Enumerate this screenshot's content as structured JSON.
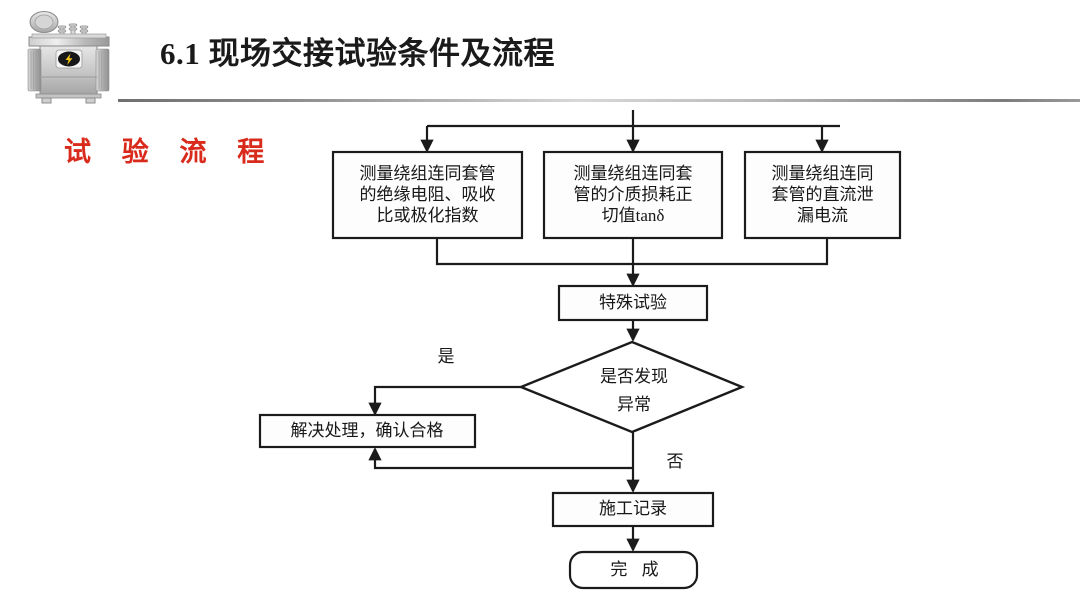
{
  "header": {
    "title": "6.1 现场交接试验条件及流程",
    "icon": "transformer-icon",
    "rule": "header-divider"
  },
  "section": {
    "label": "试 验 流 程",
    "accent_color": "#d92b1c"
  },
  "flowchart": {
    "nodes": [
      {
        "id": "test-insulation-resistance",
        "shape": "rect",
        "lines": [
          "测量绕组连同套管",
          "的绝缘电阻、吸收",
          "比或极化指数"
        ]
      },
      {
        "id": "test-dielectric-loss",
        "shape": "rect",
        "lines": [
          "测量绕组连同套",
          "管的介质损耗正",
          "切值tanδ"
        ]
      },
      {
        "id": "test-dc-leakage",
        "shape": "rect",
        "lines": [
          "测量绕组连同",
          "套管的直流泄",
          "漏电流"
        ]
      },
      {
        "id": "special-test",
        "shape": "rect",
        "lines": [
          "特殊试验"
        ]
      },
      {
        "id": "abnormality-decision",
        "shape": "diamond",
        "lines": [
          "是否发现",
          "异常"
        ]
      },
      {
        "id": "resolve-and-verify",
        "shape": "rect",
        "lines": [
          "解决处理，确认合格"
        ]
      },
      {
        "id": "construction-record",
        "shape": "rect",
        "lines": [
          "施工记录"
        ]
      },
      {
        "id": "finish",
        "shape": "rounded-rect",
        "lines": [
          "完 成"
        ]
      }
    ],
    "edge_labels": {
      "yes": "是",
      "no": "否"
    },
    "line_color": "#1b1b1b"
  }
}
